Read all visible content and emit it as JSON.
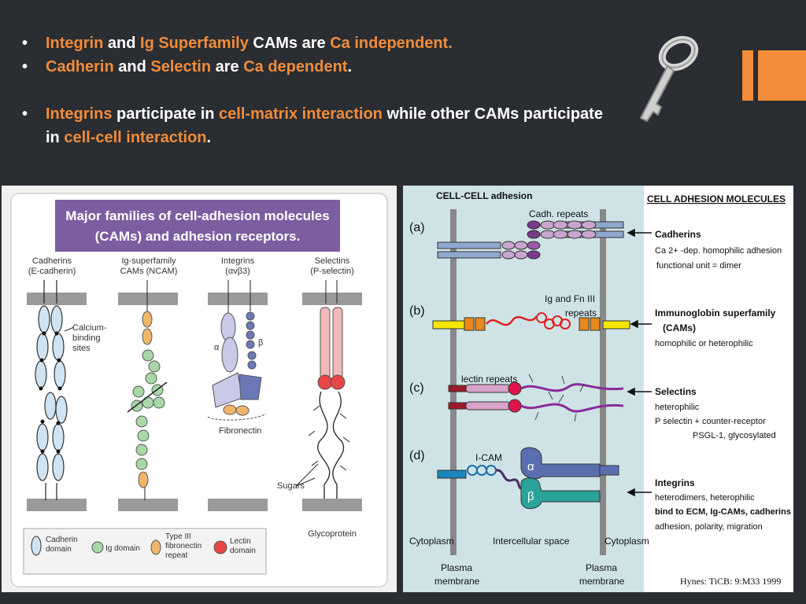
{
  "bullets": [
    {
      "segments": [
        {
          "text": "Integrin",
          "hl": true
        },
        {
          "text": " and ",
          "hl": false
        },
        {
          "text": "Ig Superfamily",
          "hl": true
        },
        {
          "text": " CAMs are ",
          "hl": false
        },
        {
          "text": "Ca independent.",
          "hl": true
        }
      ]
    },
    {
      "segments": [
        {
          "text": "Cadherin",
          "hl": true
        },
        {
          "text": " and ",
          "hl": false
        },
        {
          "text": "Selectin",
          "hl": true
        },
        {
          "text": " are ",
          "hl": false
        },
        {
          "text": "Ca dependent",
          "hl": true
        },
        {
          "text": ".",
          "hl": false
        }
      ]
    },
    {
      "gap": true
    },
    {
      "segments": [
        {
          "text": "Integrins",
          "hl": true
        },
        {
          "text": " participate in ",
          "hl": false
        },
        {
          "text": "cell-matrix interaction",
          "hl": true
        },
        {
          "text": " while other CAMs participate in ",
          "hl": false
        },
        {
          "text": "cell-cell interaction",
          "hl": true
        },
        {
          "text": ".",
          "hl": false
        }
      ]
    }
  ],
  "left_figure": {
    "title_line1": "Major families of cell-adhesion molecules",
    "title_line2": "(CAMs) and adhesion receptors.",
    "columns": [
      {
        "name": "Cadherins",
        "sub": "(E-cadherin)"
      },
      {
        "name": "Ig-superfamily",
        "sub": "CAMs (NCAM)"
      },
      {
        "name": "Integrins",
        "sub": "(αvβ3)"
      },
      {
        "name": "Selectins",
        "sub": "(P-selectin)"
      }
    ],
    "calcium_line1": "Calcium-",
    "calcium_line2": "binding",
    "calcium_line3": "sites",
    "alpha": "α",
    "beta": "β",
    "fibronectin": "Fibronectin",
    "sugars": "Sugars",
    "glycoprotein": "Glycoprotein",
    "legend": [
      {
        "line1": "Cadherin",
        "line2": "domain",
        "line3": ""
      },
      {
        "line1": "Ig domain",
        "line2": "",
        "line3": ""
      },
      {
        "line1": "Type III",
        "line2": "fibronectin",
        "line3": "repeat"
      },
      {
        "line1": "Lectin",
        "line2": "domain",
        "line3": ""
      }
    ]
  },
  "right_figure": {
    "header_left": "CELL-CELL adhesion",
    "header_right": "CELL ADHESION MOLECULES",
    "labels": {
      "a": "(a)",
      "b": "(b)",
      "c": "(c)",
      "d": "(d)",
      "cadh_repeats": "Cadh. repeats",
      "ig_fn_1": "Ig and Fn III",
      "ig_fn_2": "repeats",
      "lectin_repeats": "lectin repeats",
      "icam": "I-CAM",
      "alpha": "α",
      "beta": "β",
      "cytoplasm_left": "Cytoplasm",
      "intercellular": "Intercellular space",
      "cytoplasm_right": "Cytoplasm",
      "plasma1": "Plasma",
      "membrane1": "membrane",
      "plasma2": "Plasma",
      "membrane2": "membrane",
      "citation": "Hynes: TiCB: 9:M33 1999"
    },
    "annotations": [
      {
        "title": "Cadherins",
        "lines": [
          "Ca 2+ -dep. homophilic adhesion",
          "functional unit = dimer"
        ]
      },
      {
        "title": "Immunoglobin superfamily",
        "lines": [
          "(CAMs)",
          "homophilic or heterophilic"
        ]
      },
      {
        "title": "Selectins",
        "lines": [
          "heterophilic",
          "P selectin + counter-receptor",
          "PSGL-1, glycosylated"
        ]
      },
      {
        "title": "Integrins",
        "lines": [
          "heterodimers, heterophilic",
          "bind to ECM, Ig-CAMs, cadherins",
          "adhesion, polarity, migration"
        ]
      }
    ]
  },
  "colors": {
    "accent": "#f28c3a",
    "background": "#2a2d31",
    "right_panel": "#cfe3e6"
  }
}
